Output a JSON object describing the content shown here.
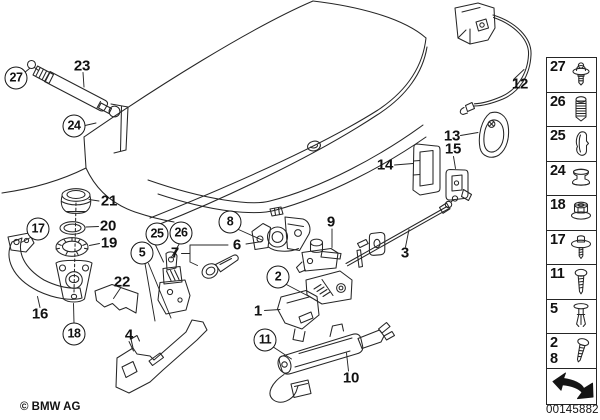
{
  "callouts": [
    {
      "label": "27",
      "circled": true
    },
    {
      "label": "23",
      "circled": false
    },
    {
      "label": "24",
      "circled": true
    },
    {
      "label": "21",
      "circled": false
    },
    {
      "label": "20",
      "circled": false
    },
    {
      "label": "19",
      "circled": false
    },
    {
      "label": "17",
      "circled": true
    },
    {
      "label": "16",
      "circled": false
    },
    {
      "label": "18",
      "circled": true
    },
    {
      "label": "22",
      "circled": false
    },
    {
      "label": "25",
      "circled": true
    },
    {
      "label": "26",
      "circled": true
    },
    {
      "label": "5",
      "circled": true
    },
    {
      "label": "7",
      "circled": false
    },
    {
      "label": "6",
      "circled": false
    },
    {
      "label": "8",
      "circled": true
    },
    {
      "label": "9",
      "circled": false
    },
    {
      "label": "3",
      "circled": false
    },
    {
      "label": "2",
      "circled": true
    },
    {
      "label": "1",
      "circled": false
    },
    {
      "label": "11",
      "circled": true
    },
    {
      "label": "10",
      "circled": false
    },
    {
      "label": "4",
      "circled": false
    },
    {
      "label": "12",
      "circled": false
    },
    {
      "label": "13",
      "circled": false
    },
    {
      "label": "15",
      "circled": false
    },
    {
      "label": "14",
      "circled": false
    }
  ],
  "sidebar": {
    "items": [
      {
        "label": "27",
        "icon": "push-rivet"
      },
      {
        "label": "26",
        "icon": "threaded-plug"
      },
      {
        "label": "25",
        "icon": "clip"
      },
      {
        "label": "24",
        "icon": "grommet"
      },
      {
        "label": "18",
        "icon": "flange-nut"
      },
      {
        "label": "17",
        "icon": "washer-screw"
      },
      {
        "label": "11",
        "icon": "pan-head-screw"
      },
      {
        "label": "5",
        "icon": "expansion-rivet"
      },
      {
        "label": "2",
        "label2": "8",
        "icon": "tapping-screw"
      },
      {
        "icon": "direction-arrow"
      }
    ]
  },
  "footer": {
    "copyright": "© BMW AG",
    "doc_number": "00145882"
  },
  "colors": {
    "background": "#ffffff",
    "line_art": "#262626",
    "arrow": "#151515"
  }
}
